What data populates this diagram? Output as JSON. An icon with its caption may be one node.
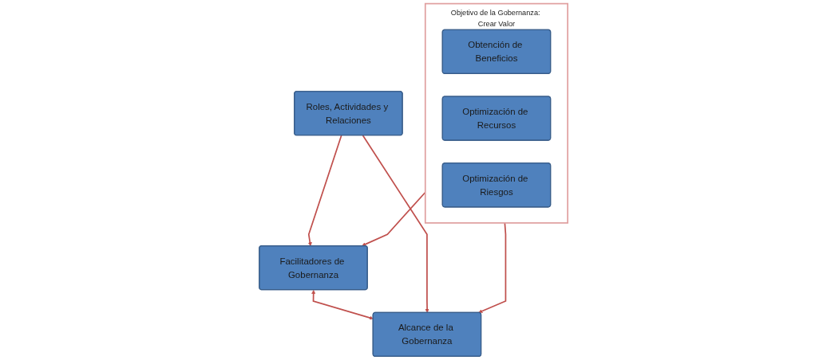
{
  "diagram": {
    "nodes": [
      {
        "text": [
          "Objetivo de la Gobernanza: Crear Valor"
        ]
      },
      {
        "text": [
          "Obtención de Beneficios"
        ],
        "in": 0
      },
      {
        "text": [
          "Optimización de Recursos"
        ],
        "in": 0
      },
      {
        "text": [
          "Optimización de Riesgos"
        ],
        "in": 0
      },
      {
        "text": [
          "Facilitadores de Gobernanza"
        ]
      },
      {
        "text": [
          "Alcance de la Gobernanza"
        ]
      },
      {
        "text": [
          "Roles, Actividades y Relaciones"
        ]
      }
    ],
    "edges": [
      {
        "from": 0,
        "to": 4,
        "arrow": "to"
      },
      {
        "from": 0,
        "to": 5,
        "arrow": "to"
      },
      {
        "from": 4,
        "to": 5,
        "arrow": "both"
      },
      {
        "from": 6,
        "to": 4,
        "arrow": "to"
      },
      {
        "from": 6,
        "to": 5,
        "arrow": "to"
      }
    ]
  }
}
